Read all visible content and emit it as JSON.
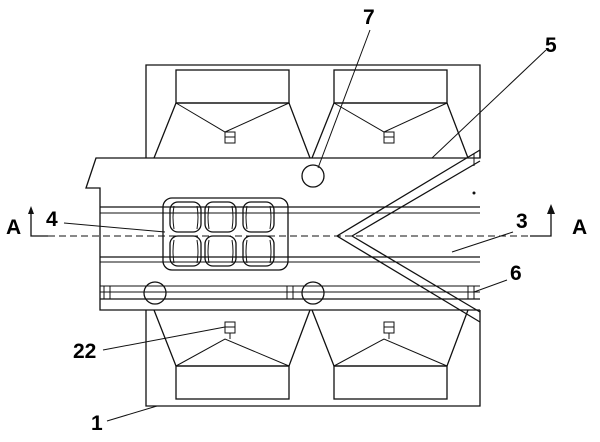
{
  "labels": {
    "callout_1": "1",
    "callout_3": "3",
    "callout_4": "4",
    "callout_5": "5",
    "callout_6": "6",
    "callout_7": "7",
    "callout_22": "22",
    "section_left": "A",
    "section_right": "A"
  }
}
